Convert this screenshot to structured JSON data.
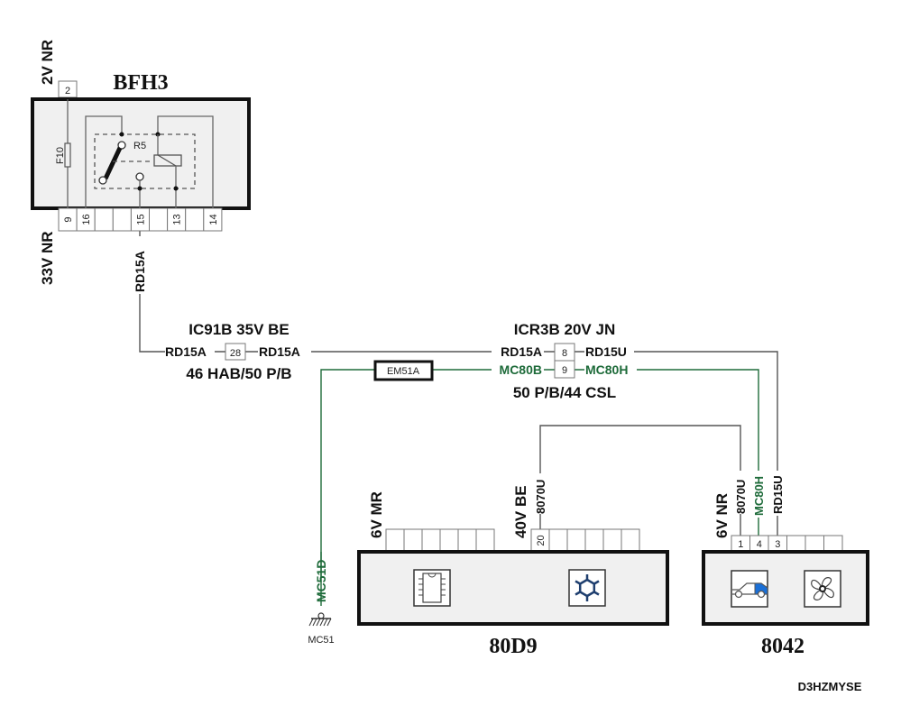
{
  "diagram": {
    "reference_code": "D3HZMYSE",
    "colors": {
      "wire_black": "#555555",
      "wire_green": "#1e6b3a",
      "component_fill": "#f0f0f0",
      "car_icon_accent": "#1a6fd6",
      "snowflake_icon": "#1f3f6f"
    }
  },
  "components": {
    "bfh3": {
      "name": "BFH3",
      "top_connector": {
        "label": "2V NR",
        "pin": "2"
      },
      "bottom_connector": {
        "label": "33V NR",
        "pins": [
          "9",
          "16",
          "",
          "",
          "15",
          "",
          "13",
          "",
          "14"
        ]
      },
      "fuse": "F10",
      "relay": "R5"
    },
    "c80d9": {
      "name": "80D9",
      "connector_left": {
        "label": "6V MR",
        "pins": [
          "",
          "",
          "",
          "",
          "",
          ""
        ]
      },
      "connector_right": {
        "label": "40V BE",
        "pins": [
          "20",
          "",
          "",
          "",
          "",
          ""
        ]
      },
      "icons": [
        "ecu-chip-icon",
        "snowflake-icon"
      ]
    },
    "c8042": {
      "name": "8042",
      "connector": {
        "label": "6V NR",
        "pins": [
          "1",
          "4",
          "3",
          "",
          "",
          ""
        ]
      },
      "icons": [
        "car-front-icon",
        "fan-icon"
      ]
    }
  },
  "connectors": {
    "ic91b": {
      "title": "IC91B 35V BE",
      "subtitle": "46 HAB/50 P/B",
      "pin": "28",
      "left_wire": "RD15A",
      "right_wire": "RD15A"
    },
    "icr3b": {
      "title": "ICR3B 20V JN",
      "subtitle": "50 P/B/44 CSL",
      "rows": [
        {
          "pin": "8",
          "left_wire": "RD15A",
          "right_wire": "RD15U",
          "color": "black"
        },
        {
          "pin": "9",
          "left_wire": "MC80B",
          "right_wire": "MC80H",
          "color": "green"
        }
      ]
    },
    "em51a": {
      "label": "EM51A"
    }
  },
  "wires": {
    "bfh3_pin15": "RD15A",
    "c80d9_pin20": "8070U",
    "c8042_pin1": "8070U",
    "c8042_pin4": "MC80H",
    "c8042_pin3": "RD15U",
    "ground_wire": "MC51D"
  },
  "ground": {
    "label": "MC51"
  }
}
